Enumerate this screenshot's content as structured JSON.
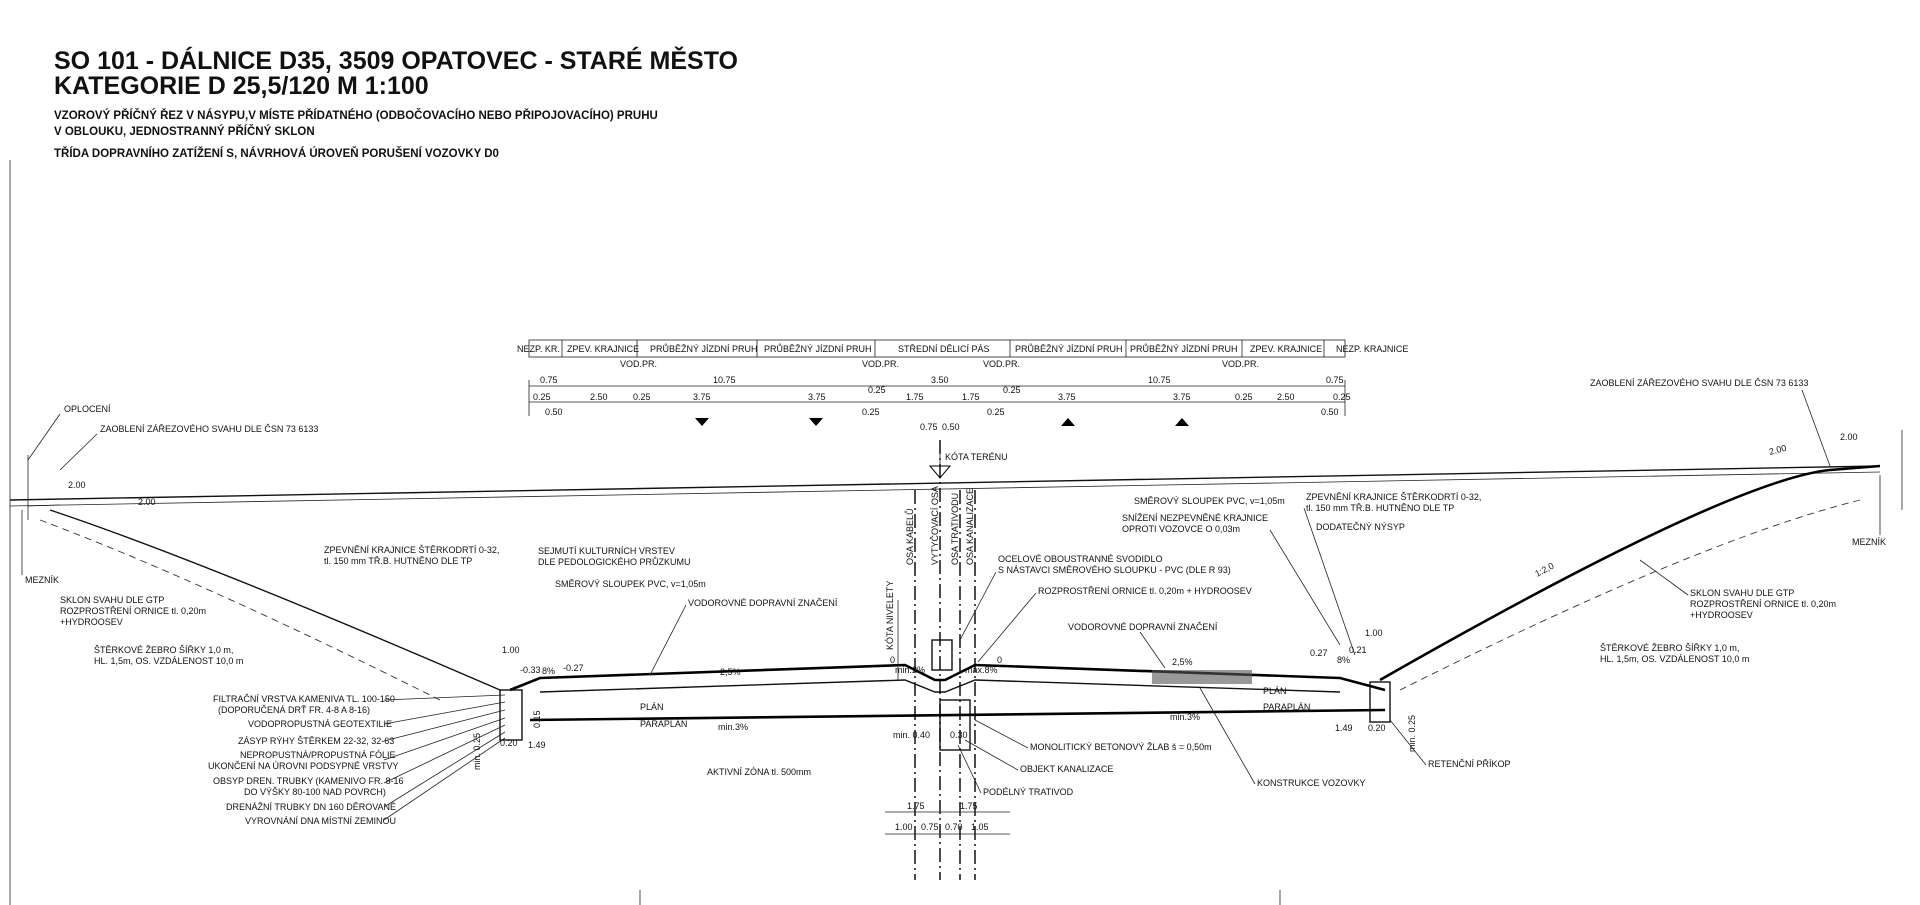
{
  "title": {
    "line1": "SO 101 - DÁLNICE D35, 3509 OPATOVEC - STARÉ MĚSTO",
    "line2": "KATEGORIE D 25,5/120   M 1:100"
  },
  "subtitle": {
    "line1": "VZOROVÝ PŘÍČNÝ ŘEZ V NÁSYPU,V MÍSTE PŘÍDATNÉHO (ODBOČOVACÍHO NEBO PŘIPOJOVACÍHO) PRUHU",
    "line2": "V OBLOUKU, JEDNOSTRANNÝ PŘÍČNÝ SKLON",
    "line3": "TŘÍDA DOPRAVNÍHO ZATÍŽENÍ S, NÁVRHOVÁ ÚROVEŇ PORUŠENÍ VOZOVKY D0"
  },
  "header_table": {
    "cells": [
      "NEZP. KR.",
      "ZPEV. KRAJNICE",
      "PRŮBĚŽNÝ JÍZDNÍ PRUH",
      "PRŮBĚŽNÝ JÍZDNÍ PRUH",
      "STŘEDNÍ DĚLICÍ PÁS",
      "PRŮBĚŽNÝ JÍZDNÍ PRUH",
      "PRŮBĚŽNÝ JÍZDNÍ PRUH",
      "ZPEV. KRAJNICE",
      "NEZP. KRAJNICE"
    ],
    "vod_pr": [
      "VOD.PR.",
      "VOD.PR.",
      "VOD.PR.",
      "VOD.PR."
    ]
  },
  "top_dimensions": {
    "overall": [
      "0.75",
      "10.75",
      "3.50",
      "10.75",
      "0.75"
    ],
    "detail": [
      "0.25",
      "2.50",
      "0.25",
      "3.75",
      "3.75",
      "0.25",
      "1.75",
      "1.75",
      "0.25",
      "3.75",
      "3.75",
      "0.25",
      "2.50",
      "0.25"
    ],
    "sub": [
      "0.50",
      "0.25",
      "0.25",
      "0.50"
    ],
    "axis_offsets": [
      "0.75",
      "0.50"
    ]
  },
  "vertical_axes": [
    "OSA KABELŮ",
    "VYTYČOVACÍ OSA",
    "OSA TRATIVODU",
    "OSA KANALIZACE",
    "KÓTA NIVELETY"
  ],
  "labels": {
    "kota_terenu": "KÓTA TERÉNU",
    "oploceni": "OPLOCENÍ",
    "zaobleni_left": "ZAOBLENÍ ZÁŘEZOVÉHO SVAHU DLE ČSN 73 6133",
    "zaobleni_right": "ZAOBLENÍ ZÁŘEZOVÉHO SVAHU DLE ČSN 73 6133",
    "meznik_left": "MEZNÍK",
    "meznik_right": "MEZNÍK",
    "sklon_left": [
      "SKLON SVAHU DLE GTP",
      "ROZPROSTŘENÍ ORNICE tl. 0,20m",
      "+HYDROOSEV"
    ],
    "sklon_right": [
      "SKLON SVAHU DLE GTP",
      "ROZPROSTŘENÍ ORNICE tl. 0,20m",
      "+HYDROOSEV"
    ],
    "zebro_left": [
      "ŠTĚRKOVÉ ŽEBRO ŠÍŘKY 1,0 m,",
      "HL. 1,5m, OS. VZDÁLENOST 10,0 m"
    ],
    "zebro_right": [
      "ŠTĚRKOVÉ ŽEBRO ŠÍŘKY 1,0 m,",
      "HL. 1,5m, OS. VZDÁLENOST 10,0 m"
    ],
    "zpevneni_left": [
      "ZPEVNĚNÍ KRAJNICE ŠTĚRKODRTÍ 0-32,",
      "tl. 150 mm TŘ.B. HUTNĚNO DLE TP"
    ],
    "zpevneni_right": [
      "ZPEVNĚNÍ KRAJNICE ŠTĚRKODRTÍ 0-32,",
      "tl. 150 mm TŘ.B. HUTNĚNO DLE TP"
    ],
    "sejmuti": [
      "SEJMUTÍ KULTURNÍCH VRSTEV",
      "DLE PEDOLOGICKÉHO PRŮZKUMU"
    ],
    "smerovy_left": "SMĚROVÝ SLOUPEK PVC, v=1,05m",
    "smerovy_right": "SMĚROVÝ SLOUPEK PVC, v=1,05m",
    "vodorovne_left": "VODOROVNÉ DOPRAVNÍ ZNAČENÍ",
    "vodorovne_right": "VODOROVNÉ DOPRAVNÍ ZNAČENÍ",
    "svodidlo": [
      "OCELOVÉ OBOUSTRANNÉ SVODIDLO",
      "S NÁSTAVCI SMĚROVÉHO SLOUPKU - PVC (DLE R 93)"
    ],
    "ornice": "ROZPROSTŘENÍ ORNICE tl. 0,20m + HYDROOSEV",
    "snizeni": [
      "SNÍŽENÍ NEZPEVNĚNÉ KRAJNICE",
      "OPROTI VOZOVCE O 0,03m"
    ],
    "dodatecny": "DODATEČNÝ NÝSYP",
    "left_legend": [
      "FILTRAČNÍ VRSTVA KAMENIVA TL. 100-150",
      "(DOPORUČENÁ DRŤ FR. 4-8 A 8-16)",
      "VODOPROPUSTNÁ GEOTEXTILIE",
      "ZÁSYP RÝHY ŠTĚRKEM 22-32, 32-63",
      "NEPROPUSTNÁ/PROPUSTNÁ FÓLIE",
      "UKONČENÍ NA ÚROVNI PODSYPNÉ VRSTVY",
      "OBSYP DREN. TRUBKY (KAMENIVO FR. 8-16",
      "DO VÝŠKY 80-100 NAD POVRCH)",
      "DRENÁŽNÍ TRUBKY DN 160 DĚROVANÉ",
      "VYROVNÁNÍ DNA MÍSTNÍ ZEMINOU"
    ],
    "aktivni": "AKTIVNÍ ZÓNA tl. 500mm",
    "monoliticky": "MONOLITICKÝ BETONOVÝ ŽLAB š = 0,50m",
    "objekt_kanalizace": "OBJEKT KANALIZACE",
    "podelny": "PODÉLNÝ TRATIVOD",
    "konstrukce": "KONSTRUKCE VOZOVKY",
    "retencni": "RETENČNÍ PŘÍKOP",
    "plan": "PLÁN",
    "paraplan": "PARAPLÁN",
    "min3": "min.3%",
    "slope_25": "2,5%",
    "min2": "min.2%",
    "max8": "max.8%",
    "left_line_5": "8%",
    "slope_12": "1:2,0"
  },
  "misc_dims": {
    "d200": "2.00",
    "d100": "1.00",
    "d149": "1.49",
    "n033": "-0.33",
    "n027": "-0.27",
    "d027": "0.27",
    "d021": "0.21",
    "d015": "0.15",
    "d020": "0.20",
    "min025": "min. 0.25",
    "min040": "min. 0.40",
    "d030": "0.30",
    "zero": "0"
  },
  "bottom_dimensions": {
    "row1": [
      "1.75",
      "1.75"
    ],
    "row2": [
      "1.00",
      "0.75",
      "0.70",
      "1.05"
    ]
  },
  "colors": {
    "ink": "#111111",
    "paper": "#ffffff"
  }
}
